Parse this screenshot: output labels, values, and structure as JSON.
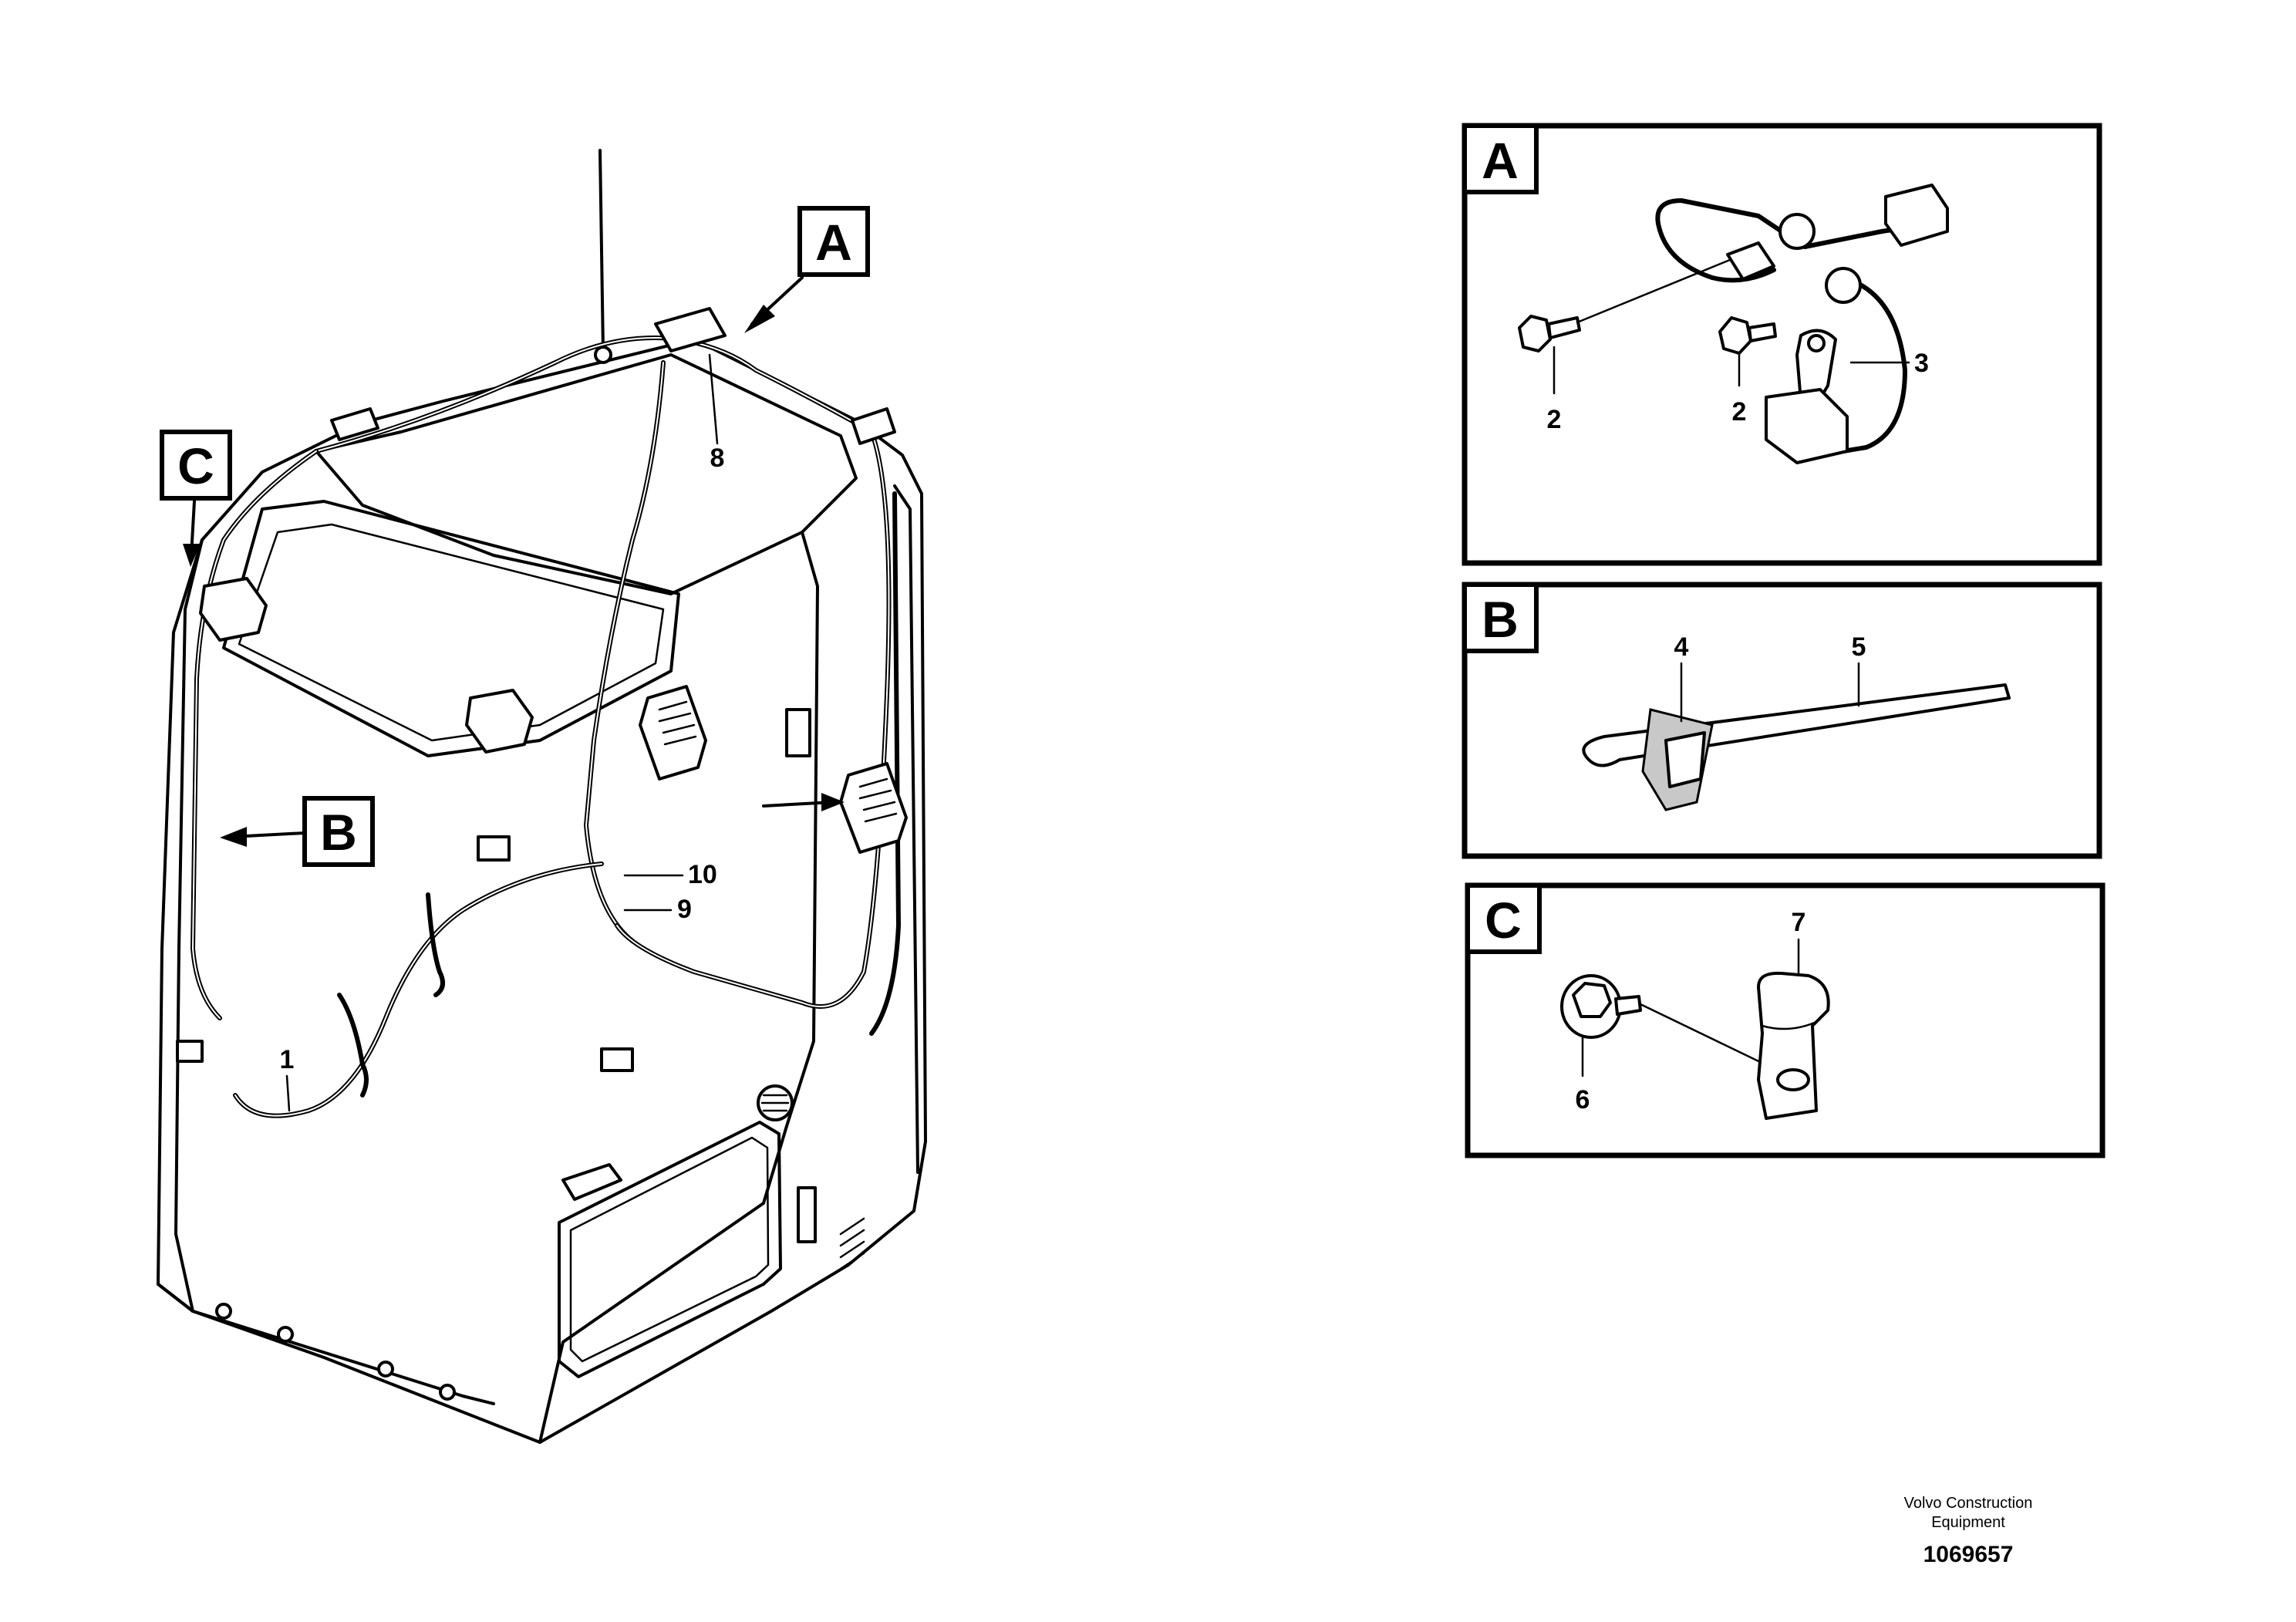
{
  "callouts": {
    "A": "A",
    "B": "B",
    "C": "C"
  },
  "main_view": {
    "item_1": "1",
    "item_8": "8",
    "item_9": "9",
    "item_10": "10"
  },
  "detail_a": {
    "label": "A",
    "items": [
      "2",
      "2",
      "3"
    ]
  },
  "detail_b": {
    "label": "B",
    "items": [
      "4",
      "5"
    ]
  },
  "detail_c": {
    "label": "C",
    "items": [
      "6",
      "7"
    ]
  },
  "footer": {
    "company_line1": "Volvo Construction",
    "company_line2": "Equipment",
    "drawing_number": "1069657"
  }
}
